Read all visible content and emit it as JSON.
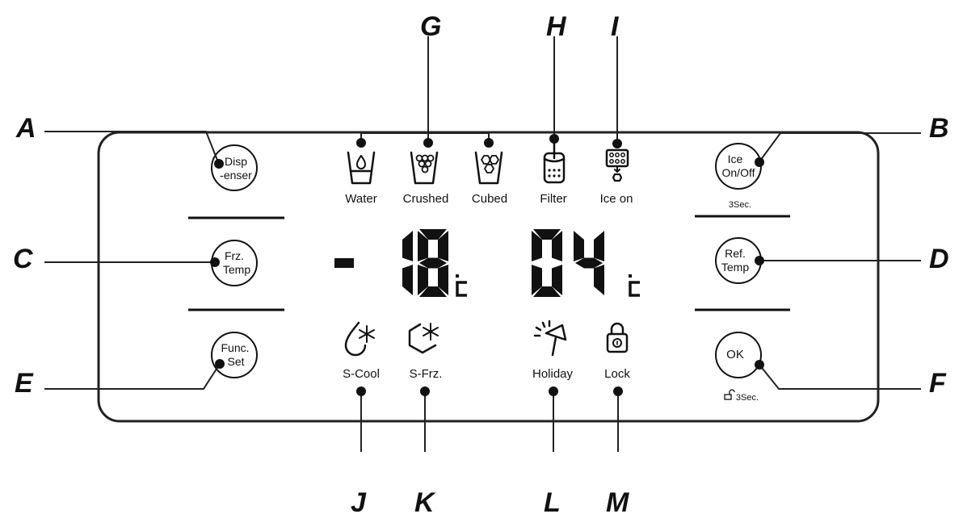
{
  "callouts": {
    "A": "A",
    "B": "B",
    "C": "C",
    "D": "D",
    "E": "E",
    "F": "F",
    "G": "G",
    "H": "H",
    "I": "I",
    "J": "J",
    "K": "K",
    "L": "L",
    "M": "M"
  },
  "left_buttons": [
    {
      "line1": "Disp",
      "line2": "-enser"
    },
    {
      "line1": "Frz.",
      "line2": "Temp"
    },
    {
      "line1": "Func.",
      "line2": "Set"
    }
  ],
  "right_buttons": [
    {
      "line1": "Ice",
      "line2": "On/Off",
      "hint": "3Sec."
    },
    {
      "line1": "Ref.",
      "line2": "Temp"
    },
    {
      "line1": "OK",
      "line2": "",
      "hint": "3Sec.",
      "hint_icon": "unlock-icon"
    }
  ],
  "top_icons": [
    {
      "label": "Water",
      "icon": "water-cup-icon"
    },
    {
      "label": "Crushed",
      "icon": "crushed-ice-cup-icon"
    },
    {
      "label": "Cubed",
      "icon": "cubed-ice-cup-icon"
    },
    {
      "label": "Filter",
      "icon": "filter-icon"
    },
    {
      "label": "Ice on",
      "icon": "ice-maker-icon"
    }
  ],
  "bottom_icons": [
    {
      "label": "S-Cool",
      "icon": "super-cool-icon"
    },
    {
      "label": "S-Frz.",
      "icon": "super-freeze-icon"
    },
    {
      "label": "Holiday",
      "icon": "holiday-icon"
    },
    {
      "label": "Lock",
      "icon": "lock-icon"
    }
  ],
  "display": {
    "freezer_sign": "-",
    "freezer_digits": "18",
    "fridge_digits": "04",
    "unit": "°C"
  }
}
